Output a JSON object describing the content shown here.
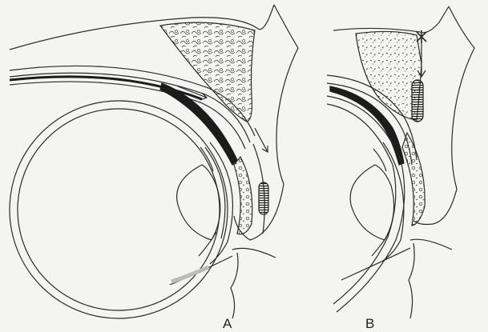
{
  "figure": {
    "panels": [
      {
        "id": "A",
        "label": "A"
      },
      {
        "id": "B",
        "label": "B"
      }
    ],
    "colors": {
      "background": "#f4f4f2",
      "ink": "#2a2a2a",
      "shade": "#1c1c1c"
    }
  }
}
